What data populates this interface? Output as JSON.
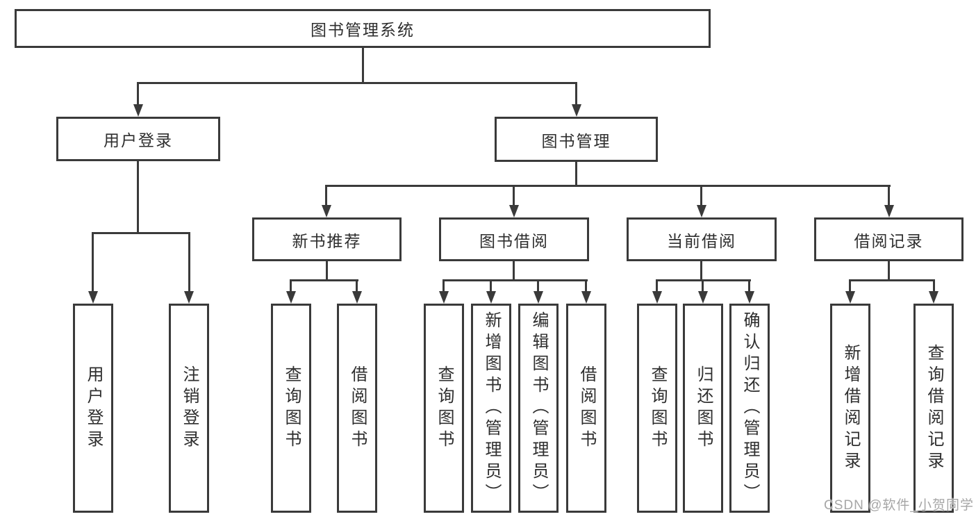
{
  "colors": {
    "background": "#ffffff",
    "line": "#3a3a3a",
    "box_border": "#3a3a3a",
    "text": "#2e2e2e",
    "watermark_text": "#a6a6a6"
  },
  "diagram": {
    "root": {
      "label": "图书管理系统"
    },
    "level2": [
      {
        "id": "user-login",
        "label": "用户登录"
      },
      {
        "id": "book-management",
        "label": "图书管理"
      }
    ],
    "level3": [
      {
        "id": "new-book-recommendation",
        "parent": "图书管理",
        "label": "新书推荐"
      },
      {
        "id": "book-borrowing",
        "parent": "图书管理",
        "label": "图书借阅"
      },
      {
        "id": "current-borrowing",
        "parent": "图书管理",
        "label": "当前借阅"
      },
      {
        "id": "borrowing-records",
        "parent": "图书管理",
        "label": "借阅记录"
      }
    ],
    "leaves": [
      {
        "parent": "用户登录",
        "label": "用户登录"
      },
      {
        "parent": "用户登录",
        "label": "注销登录"
      },
      {
        "parent": "新书推荐",
        "label": "查询图书"
      },
      {
        "parent": "新书推荐",
        "label": "借阅图书"
      },
      {
        "parent": "图书借阅",
        "label": "查询图书"
      },
      {
        "parent": "图书借阅",
        "label": "新增图书（管理员）"
      },
      {
        "parent": "图书借阅",
        "label": "编辑图书（管理员）"
      },
      {
        "parent": "图书借阅",
        "label": "借阅图书"
      },
      {
        "parent": "当前借阅",
        "label": "查询图书"
      },
      {
        "parent": "当前借阅",
        "label": "归还图书"
      },
      {
        "parent": "当前借阅",
        "label": "确认归还（管理员）"
      },
      {
        "parent": "借阅记录",
        "label": "新增借阅记录"
      },
      {
        "parent": "借阅记录",
        "label": "查询借阅记录"
      }
    ]
  },
  "watermark": {
    "text": "CSDN @软件_小贺同学"
  }
}
